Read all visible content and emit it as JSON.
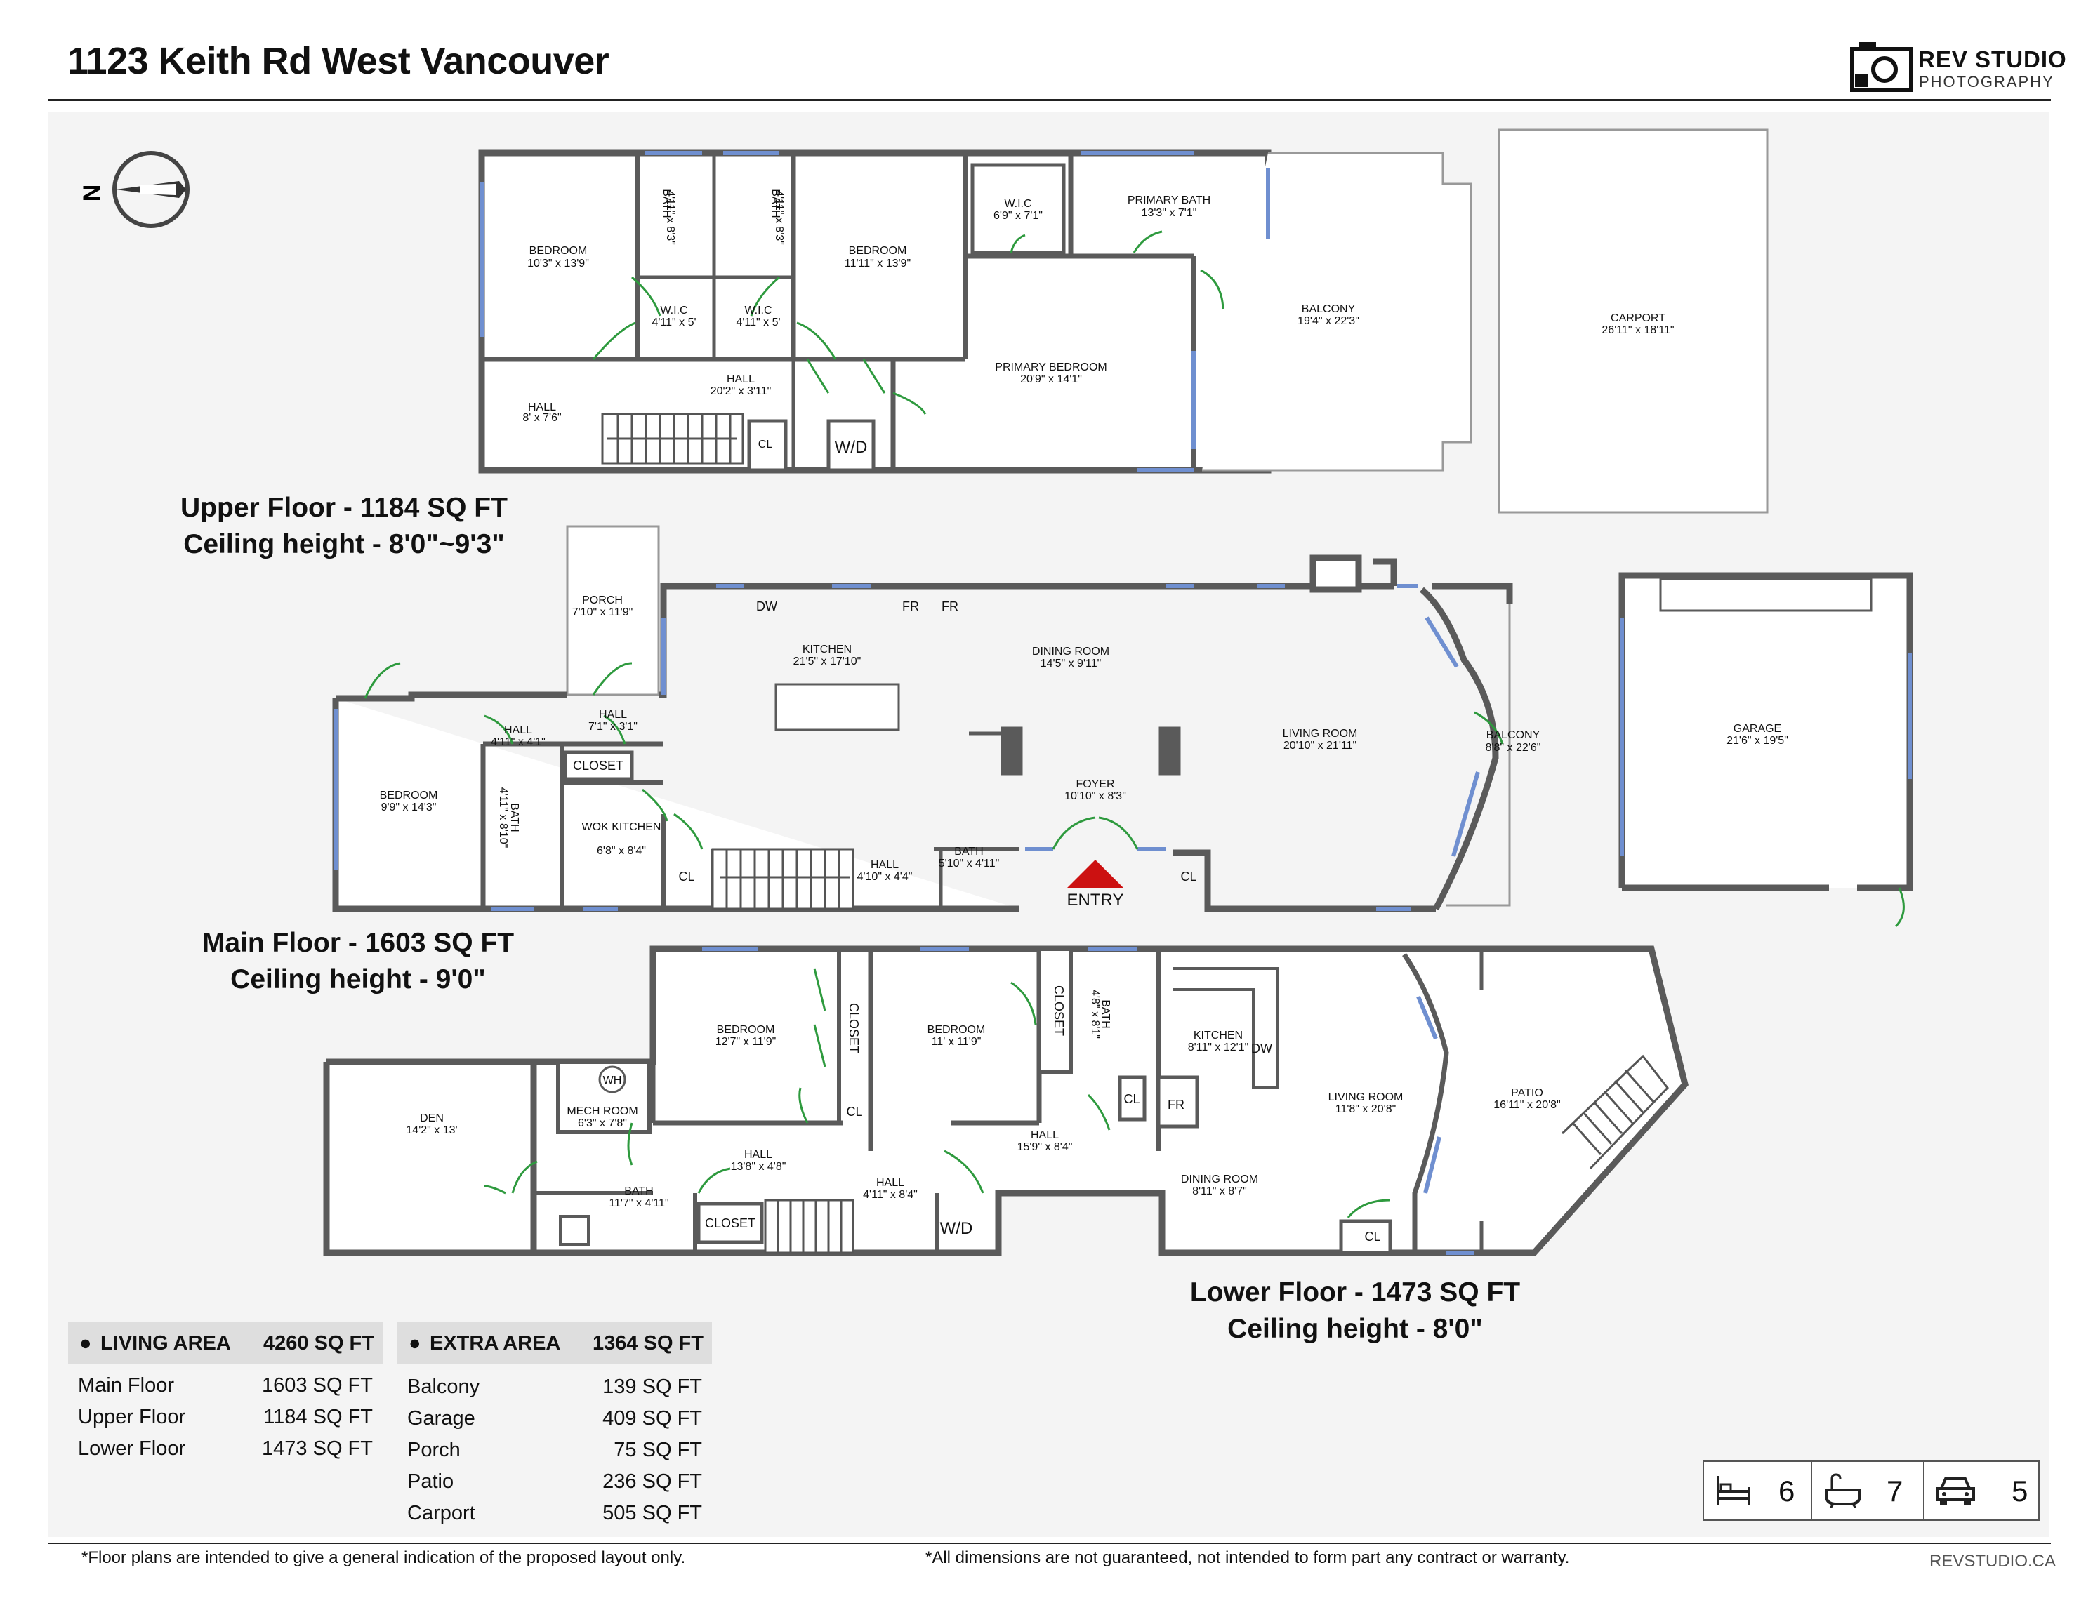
{
  "title": "1123 Keith Rd West Vancouver",
  "brand": {
    "name": "REV STUDIO",
    "sub": "PHOTOGRAPHY",
    "site": "REVSTUDIO.CA",
    "icon": "camera-icon"
  },
  "compass": {
    "label": "N",
    "icon": "north-arrow-icon"
  },
  "floors": {
    "upper": {
      "caption_line1": "Upper Floor - 1184 SQ FT",
      "caption_line2": "Ceiling height - 8'0\"~9'3\"",
      "rooms": {
        "bedroom_a": {
          "name": "BEDROOM",
          "dim": "10'3\" x 13'9\""
        },
        "bath_a": {
          "name": "BATH",
          "dim": "4'11\" x 8'3\""
        },
        "bath_b": {
          "name": "BATH",
          "dim": "4'11\" x 8'3\""
        },
        "wic_a": {
          "name": "W.I.C",
          "dim": "4'11\" x 5'"
        },
        "wic_b": {
          "name": "W.I.C",
          "dim": "4'11\" x 5'"
        },
        "bedroom_b": {
          "name": "BEDROOM",
          "dim": "11'11\" x 13'9\""
        },
        "wic_c": {
          "name": "W.I.C",
          "dim": "6'9\" x 7'1\""
        },
        "primary_bath": {
          "name": "PRIMARY BATH",
          "dim": "13'3\" x 7'1\""
        },
        "hall_a": {
          "name": "HALL",
          "dim": "20'2\" x 3'11\""
        },
        "hall_b": {
          "name": "HALL",
          "dim": "8' x 7'6\""
        },
        "primary_bedroom": {
          "name": "PRIMARY BEDROOM",
          "dim": "20'9\" x 14'1\""
        },
        "balcony": {
          "name": "BALCONY",
          "dim": "19'4\" x 22'3\""
        },
        "carport": {
          "name": "CARPORT",
          "dim": "26'11\" x 18'11\""
        },
        "cl": "CL",
        "wd": "W/D"
      }
    },
    "main": {
      "caption_line1": "Main Floor - 1603 SQ FT",
      "caption_line2": "Ceiling height - 9'0\"",
      "rooms": {
        "porch": {
          "name": "PORCH",
          "dim": "7'10\" x 11'9\""
        },
        "kitchen": {
          "name": "KITCHEN",
          "dim": "21'5\" x 17'10\""
        },
        "dining": {
          "name": "DINING ROOM",
          "dim": "14'5\" x 9'11\""
        },
        "living": {
          "name": "LIVING ROOM",
          "dim": "20'10\" x 21'11\""
        },
        "balcony": {
          "name": "BALCONY",
          "dim": "8'8\" x 22'6\""
        },
        "garage": {
          "name": "GARAGE",
          "dim": "21'6\" x 19'5\""
        },
        "hall_a": {
          "name": "HALL",
          "dim": "7'1\" x 3'1\""
        },
        "hall_b": {
          "name": "HALL",
          "dim": "4'11\" x 4'1\""
        },
        "bedroom": {
          "name": "BEDROOM",
          "dim": "9'9\" x 14'3\""
        },
        "bath_a": {
          "name": "BATH",
          "dim": "4'11\" x 8'10\""
        },
        "wok": {
          "name": "WOK KITCHEN",
          "dim": "6'8\" x 8'4\""
        },
        "foyer": {
          "name": "FOYER",
          "dim": "10'10\" x 8'3\""
        },
        "hall_c": {
          "name": "HALL",
          "dim": "4'10\" x 4'4\""
        },
        "bath_b": {
          "name": "BATH",
          "dim": "5'10\" x 4'11\""
        },
        "closet": "CLOSET",
        "cl": "CL",
        "dw": "DW",
        "fr": "FR",
        "entry": "ENTRY"
      }
    },
    "lower": {
      "caption_line1": "Lower Floor - 1473 SQ FT",
      "caption_line2": "Ceiling height - 8'0\"",
      "rooms": {
        "den": {
          "name": "DEN",
          "dim": "14'2\" x 13'"
        },
        "mech": {
          "name": "MECH ROOM",
          "dim": "6'3\" x 7'8\""
        },
        "bedroom_a": {
          "name": "BEDROOM",
          "dim": "12'7\" x 11'9\""
        },
        "bedroom_b": {
          "name": "BEDROOM",
          "dim": "11' x 11'9\""
        },
        "bath_a": {
          "name": "BATH",
          "dim": "4'8\" x 8'1\""
        },
        "kitchen": {
          "name": "KITCHEN",
          "dim": "8'11\" x 12'1\""
        },
        "living": {
          "name": "LIVING ROOM",
          "dim": "11'8\" x 20'8\""
        },
        "patio": {
          "name": "PATIO",
          "dim": "16'11\" x 20'8\""
        },
        "hall_a": {
          "name": "HALL",
          "dim": "13'8\" x 4'8\""
        },
        "hall_b": {
          "name": "HALL",
          "dim": "4'11\" x 8'4\""
        },
        "hall_c": {
          "name": "HALL",
          "dim": "15'9\" x 8'4\""
        },
        "bath_b": {
          "name": "BATH",
          "dim": "11'7\" x 4'11\""
        },
        "dining": {
          "name": "DINING ROOM",
          "dim": "8'11\" x 8'7\""
        },
        "closet": "CLOSET",
        "cl": "CL",
        "wh": "WH",
        "wd": "W/D",
        "fr": "FR",
        "dw": "DW"
      }
    }
  },
  "living_area": {
    "header": "LIVING AREA",
    "total": "4260 SQ FT",
    "rows": [
      {
        "label": "Main Floor",
        "value": "1603 SQ FT"
      },
      {
        "label": "Upper Floor",
        "value": "1184 SQ FT"
      },
      {
        "label": "Lower Floor",
        "value": "1473 SQ FT"
      }
    ]
  },
  "extra_area": {
    "header": "EXTRA AREA",
    "total": "1364 SQ FT",
    "rows": [
      {
        "label": "Balcony",
        "value": "139 SQ FT"
      },
      {
        "label": "Garage",
        "value": "409 SQ FT"
      },
      {
        "label": "Porch",
        "value": "75 SQ FT"
      },
      {
        "label": "Patio",
        "value": "236 SQ FT"
      },
      {
        "label": "Carport",
        "value": "505 SQ FT"
      }
    ]
  },
  "summary": {
    "bedrooms": "6",
    "bathrooms": "7",
    "parking": "5",
    "icons": [
      "bed-icon",
      "bathtub-icon",
      "car-icon"
    ]
  },
  "footer": {
    "left": "*Floor plans are intended to give a general indication of the proposed layout only.",
    "mid": "*All dimensions are not guaranteed, not intended to form part any contract or warranty."
  },
  "colors": {
    "wall": "#5a5a5a",
    "window": "#6f8fd0",
    "door": "#2e9a3e",
    "entry": "#cc1111",
    "table_head": "#dedede"
  }
}
